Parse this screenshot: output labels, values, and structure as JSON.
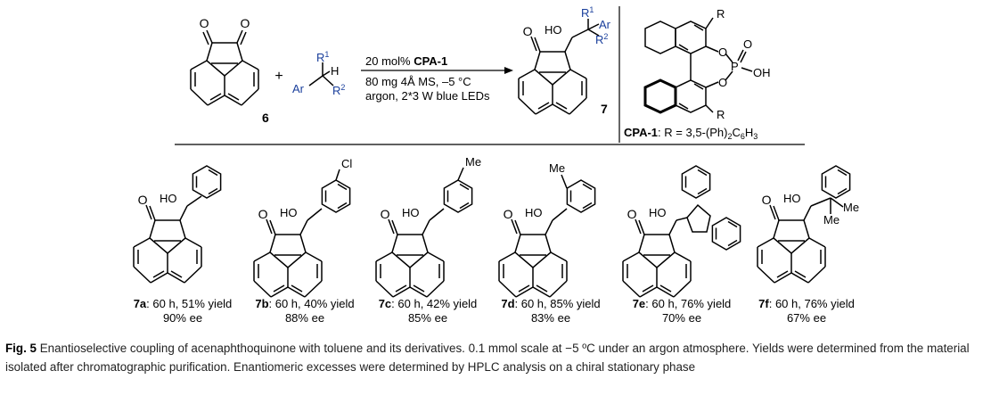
{
  "scheme": {
    "reactant1_label": "6",
    "reactant2": {
      "r1": "R",
      "r1_sup": "1",
      "r2": "R",
      "r2_sup": "2",
      "h": "H",
      "ar": "Ar"
    },
    "plus": "+",
    "conditions": {
      "line1_pre": "20 mol% ",
      "line1_catalyst": "CPA-1",
      "line2": "80 mg 4Å MS, –5 °C",
      "line3": "argon, 2*3 W blue LEDs"
    },
    "product_label": "7",
    "product": {
      "ho": "HO",
      "o": "O",
      "r1": "R",
      "r1_sup": "1",
      "ar": "Ar",
      "r2": "R",
      "r2_sup": "2"
    },
    "catalyst": {
      "r_top": "R",
      "r_bottom": "R",
      "p": "P",
      "o1": "O",
      "o2": "O",
      "o3": "O",
      "oh": "OH",
      "definition_bold": "CPA-1",
      "definition_rest": ": R = 3,5-(Ph)",
      "sub1": "2",
      "mid": "C",
      "sub2": "6",
      "end": "H",
      "sub3": "3"
    }
  },
  "products": [
    {
      "id": "7a",
      "substituent": "",
      "detail": ": 60 h, 51% yield",
      "ee": "90% ee"
    },
    {
      "id": "7b",
      "substituent": "Cl",
      "detail": ": 60 h, 40% yield",
      "ee": "88% ee"
    },
    {
      "id": "7c",
      "substituent": "Me",
      "detail": ": 60 h, 42% yield",
      "ee": "85% ee"
    },
    {
      "id": "7d",
      "substituent": "Me",
      "detail": ": 60 h, 85% yield",
      "ee": "83% ee"
    },
    {
      "id": "7e",
      "substituent": "",
      "detail": ": 60 h, 76% yield",
      "ee": "70% ee"
    },
    {
      "id": "7f",
      "substituent": "Me",
      "substituent2": "Me",
      "detail": ": 60 h, 76% yield",
      "ee": "67% ee"
    }
  ],
  "structure_text": {
    "ho": "HO",
    "o": "O"
  },
  "caption": {
    "fig_label": "Fig. 5",
    "text": " Enantioselective coupling of acenaphthoquinone with toluene and its derivatives. 0.1 mmol scale at −5 ºC under an argon atmosphere. Yields were determined from the material isolated after chromatographic purification. Enantiomeric excesses were determined by HPLC analysis on a chiral stationary phase"
  }
}
